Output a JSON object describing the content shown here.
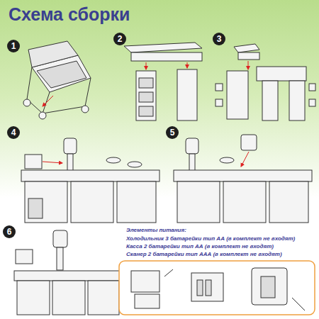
{
  "diagram": {
    "title": "Схема сборки",
    "labels": [
      "1",
      "2",
      "3",
      "4",
      "5",
      "6",
      "Элементы питания:",
      "Холодильник 3 батарейки тип АА (в комплект не входят)",
      "Касса 2 батарейки тип АА (в комплект не входят)",
      "Сканер 2 батарейки тип ААА (в комплект не входят)"
    ]
  }
}
